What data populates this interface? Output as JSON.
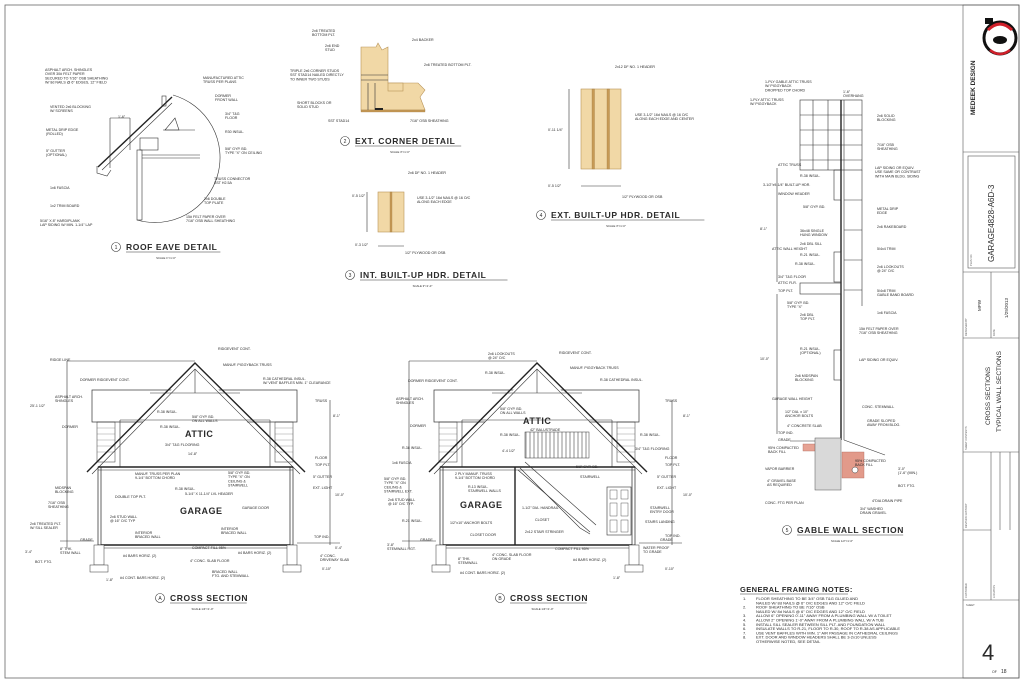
{
  "title_block": {
    "company": "MEDEEK DESIGN",
    "plan_no_label": "PLAN NO.",
    "plan_no": "GARAGE4828-A6D-3",
    "designed_by_label": "DESIGNED BY",
    "designed_by": "MPW",
    "date_label": "DATE",
    "date": "1/29/2013",
    "sheet_contents_label": "SHEET CONTENTS",
    "sheet_contents_line1": "CROSS SECTIONS",
    "sheet_contents_line2": "TYPICAL WALL SECTIONS",
    "revision_label": "REVISION HISTORY",
    "customer_label": "CUSTOMER",
    "location_label": "LOCATION",
    "sheet_label": "SHEET",
    "sheet_number": "4",
    "sheet_of": "OF",
    "sheet_total": "18"
  },
  "details": {
    "roof_eave": {
      "number": "1",
      "title": "ROOF EAVE DETAIL",
      "scale": "SCALE 1\"=1'-0\"",
      "labels": [
        [
          "ASPHALT ARCH. SHINGLES",
          "OVER 30# FELT PAPER",
          "SECURED TO 7/16\" OSB SHEATHING",
          "W/ 8d NAILS @ 6\" EDGES, 12\" FIELD"
        ],
        [
          "VENTED 2x6 BLOCKING",
          "W/ SCREENS"
        ],
        [
          "METAL DRIP EDGE",
          "(ROLLED)"
        ],
        [
          "5\" GUTTER",
          "(OPTIONAL)"
        ],
        [
          "1x6 FASCIA"
        ],
        [
          "1x2 TRIM BOARD"
        ],
        [
          "5/16\" X 8\" HARDIPLANK",
          "LAP SIDING W/ MIN. 1-1/4\" LAP"
        ],
        [
          "MANUFACTURED ATTIC",
          "TRUSS PER PLANS"
        ],
        [
          "DORMER",
          "FRONT WALL"
        ],
        [
          "3/4\" T&G",
          "FLOOR"
        ],
        [
          "R30 INSUL."
        ],
        [
          "5/8\" GYP. BD.",
          "TYPE \"X\" ON CEILING"
        ],
        [
          "TRUSS CONNECTOR",
          "SST H2.5A"
        ],
        [
          "2x6 DOUBLE",
          "TOP PLATE"
        ],
        [
          "15# FELT PAPER OVER",
          "7/16\" OSB WALL SHEATHING"
        ],
        [
          "1'-6\""
        ]
      ]
    },
    "ext_corner": {
      "number": "2",
      "title": "EXT. CORNER DETAIL",
      "scale": "SCALE 3\"=1'-0\"",
      "labels": [
        [
          "2x6 TREATED",
          "BOTTOM PLT."
        ],
        [
          "2x6 END",
          "STUD"
        ],
        [
          "TRIPLE 2x6 CORNER STUDS",
          "SST STAD14 NAILED DIRECTLY",
          "TO INNER TWO STUDS"
        ],
        [
          "SHORT BLOCKS OR",
          "SOLID STUD"
        ],
        [
          "SST STAD14"
        ],
        [
          "2x4 BACKER"
        ],
        [
          "2x6 TREATED BOTTOM PLT."
        ],
        [
          "7/16\" OSB SHEATHING"
        ]
      ]
    },
    "int_header": {
      "number": "3",
      "title": "INT. BUILT-UP HDR. DETAIL",
      "scale": "SCALE 3\"=1'-0\"",
      "labels": [
        [
          "2x6 DF NO. 1 HEADER"
        ],
        [
          "USE 3-1/2\" 16d NAILS @ 16 O/C",
          "ALONG EACH EDGE"
        ],
        [
          "1/2\" PLYWOOD OR OSB"
        ],
        [
          "0'-5 1/2\""
        ],
        [
          "0'-3 1/2\""
        ]
      ]
    },
    "ext_header": {
      "number": "4",
      "title": "EXT. BUILT-UP HDR.  DETAIL",
      "scale": "SCALE 3\"=1'-0\"",
      "labels": [
        [
          "2x12 DF NO. 1 HEADER"
        ],
        [
          "USE 3-1/2\" 16d NAILS @ 16 O/C",
          "ALONG EACH EDGE AND CENTER"
        ],
        [
          "1/2\" PLYWOOD OR OSB"
        ],
        [
          "0'-11 1/4\""
        ],
        [
          "0'-5 1/2\""
        ]
      ]
    },
    "gable_wall": {
      "number": "5",
      "title": "GABLE WALL SECTION",
      "scale": "SCALE 1/2\"=1'-0\"",
      "labels": [
        [
          "1-PLY GABLE ATTIC TRUSS",
          "W/ PIGGYBACK",
          "DROPPED TOP CHORD"
        ],
        [
          "1-PLY ATTIC TRUSS",
          "W/ PIGGYBACK"
        ],
        [
          "ATTIC TRUSS"
        ],
        [
          "R-38 INSUL."
        ],
        [
          "3-1/2\"x9-1/4\" BUILT-UP HDR."
        ],
        [
          "WINDOW HEADER"
        ],
        [
          "5/8\" GYP. BD."
        ],
        [
          "36x48 SINGLE",
          "HUNG WINDOW"
        ],
        [
          "2x6 DBL SILL"
        ],
        [
          "R-21 INSUL."
        ],
        [
          "R-38 INSUL."
        ],
        [
          "3/4\" T&G FLOOR"
        ],
        [
          "ATTIC FLR."
        ],
        [
          "TOP PLT."
        ],
        [
          "5/8\" GYP. BD.",
          "TYPE \"X\""
        ],
        [
          "2x6 DBL",
          "TOP PLT."
        ],
        [
          "R-21 INSUL.",
          "(OPTIONAL)"
        ],
        [
          "2x6 MIDSPAN",
          "BLOCKING"
        ],
        [
          "1/2\" DIA. x 10\"",
          "ANCHOR BOLTS"
        ],
        [
          "4\" CONCRETE SLAB"
        ],
        [
          "TOP IND."
        ],
        [
          "GRADE"
        ],
        [
          "95% COMPACTED",
          "BACK FILL"
        ],
        [
          "VAPOR BARRIER"
        ],
        [
          "4\" GRAVEL BASE",
          "AS REQUIRED"
        ],
        [
          "CONC. FTG PER PLAN"
        ],
        [
          "1'-6\"",
          "OVERHANG"
        ],
        [
          "2x6 SOLID",
          "BLOCKING"
        ],
        [
          "7/16\" OSB",
          "SHEATHING"
        ],
        [
          "LAP SIDING OR EQUIV.",
          "USE SAME OR CONTRAST",
          "WITH MAIN BLDG. SIDING"
        ],
        [
          "METAL DRIP",
          "EDGE"
        ],
        [
          "2x6 RAKEBOARD"
        ],
        [
          "5/4x4 TRIM"
        ],
        [
          "2x6 LOOKOUTS",
          "@ 24\" O/C"
        ],
        [
          "5/4x8 TRIM",
          "GABLE BAND BOARD"
        ],
        [
          "1x6 FASCIA"
        ],
        [
          "15# FELT PAPER OVER",
          "7/16\" OSB SHEATHING"
        ],
        [
          "LAP SIDING OR EQUIV."
        ],
        [
          "CONC. STEMWALL"
        ],
        [
          "GRADE SLOPED",
          "AWAY FROM BLDG."
        ],
        [
          "95% COMPACTED",
          "BACK FILL"
        ],
        [
          "4\"DIA DRAIN PIPE"
        ],
        [
          "3/4\" WASHED",
          "DRAIN GRAVEL"
        ],
        [
          "3'-0\"",
          "(1'-6\" (MIN.)"
        ],
        [
          "BOT. FTG."
        ],
        [
          "8'-1\""
        ],
        [
          "10'-0\""
        ],
        [
          "ATTIC WALL HEIGHT"
        ],
        [
          "GARAGE WALL HEIGHT"
        ]
      ]
    },
    "section_a": {
      "number": "A",
      "title": "CROSS SECTION",
      "scale": "SCALE 1/4\"=1'-0\"",
      "labels": [
        [
          "RIDGE LINE"
        ],
        [
          "RIDGEVENT CONT."
        ],
        [
          "MANUF. PIGGYBACK TRUSS"
        ],
        [
          "R-38 CATHEDRAL INSUL.",
          "W/ VENT BAFFLES MIN. 1\" CLEARANCE"
        ],
        [
          "DORMER RIDGEVENT CONT."
        ],
        [
          "ASPHALT ARCH.",
          "SHINGLES"
        ],
        [
          "TRUSS"
        ],
        [
          "R-38 INSUL."
        ],
        [
          "5/8\" GYP. BD.",
          "ON ALL WALLS"
        ],
        [
          "DORMER"
        ],
        [
          "R-38 INSUL."
        ],
        [
          "ATTIC"
        ],
        [
          "3/4\" T&G FLOORING"
        ],
        [
          "14'-8\""
        ],
        [
          "FLOOR"
        ],
        [
          "TOP PLT."
        ],
        [
          "MANUF. TRUSS PER PLAN",
          "9-1/4\" BOTTOM CHORD"
        ],
        [
          "5/8\" GYP. BD.",
          "TYPE \"X\" ON",
          "CEILING &",
          "STAIRWELL"
        ],
        [
          "5\" GUTTER"
        ],
        [
          "R-38 INSUL."
        ],
        [
          "EXT. LIGHT"
        ],
        [
          "MIDSPAN",
          "BLOCKING"
        ],
        [
          "DOUBLE TOP PLT."
        ],
        [
          "5-1/4\" X 11-1/4\" LVL HEADER"
        ],
        [
          "7/16\" OSB",
          "SHEATHING"
        ],
        [
          "GARAGE"
        ],
        [
          "GARAGE DOOR"
        ],
        [
          "2x6 STUD WALL",
          "@ 16\" O/C TYP"
        ],
        [
          "2x6 TREATED PLT.",
          "W/ SILL SEALER"
        ],
        [
          "INTERIOR",
          "BRACED WALL"
        ],
        [
          "INTERIOR",
          "BRACED WALL"
        ],
        [
          "GRADE"
        ],
        [
          "TOP IND."
        ],
        [
          "COMPACT FILL 95%"
        ],
        [
          "8\" THK.",
          "STEM WALL"
        ],
        [
          "#4 BARS HORIZ. (2)"
        ],
        [
          "#4 BARS HORIZ. (2)"
        ],
        [
          "4\" CONC. SLAB FLOOR"
        ],
        [
          "4\" CONC.",
          "DRIVEWAY SLAB"
        ],
        [
          "BOT. FTG."
        ],
        [
          "BRACED WALL",
          "FTG. AND STEMWALL"
        ],
        [
          "#4 CONT. BARS HORIZ. (2)"
        ],
        [
          "3'-4\""
        ],
        [
          "25'-1 1/2\""
        ],
        [
          "10'-0\""
        ],
        [
          "8'-1\""
        ],
        [
          "0'-4\""
        ],
        [
          "1'-8\""
        ],
        [
          "0'-10\""
        ]
      ]
    },
    "section_b": {
      "number": "B",
      "title": "CROSS SECTION",
      "scale": "SCALE 1/4\"=1'-0\"",
      "labels": [
        [
          "2x6 LOOKOUTS",
          "@ 24\" O/C"
        ],
        [
          "RIDGEVENT CONT."
        ],
        [
          "R-38 INSUL."
        ],
        [
          "MANUF. PIGGYBACK TRUSS"
        ],
        [
          "DORMER RIDGEVENT CONT."
        ],
        [
          "R-38 CATHEDRAL INSUL."
        ],
        [
          "ASPHALT ARCH.",
          "SHINGLES"
        ],
        [
          "TRUSS"
        ],
        [
          "5/8\" GYP. BD.",
          "ON ALL WALLS"
        ],
        [
          "ATTIC"
        ],
        [
          "DORMER"
        ],
        [
          "42\" BALUSTRADE"
        ],
        [
          "R-38 INSUL."
        ],
        [
          "R-38 INSUL."
        ],
        [
          "R-38 INSUL."
        ],
        [
          "4'-4 1/2\""
        ],
        [
          "3/4\" T&G FLOORING"
        ],
        [
          "1x6 FASCIA"
        ],
        [
          "FLOOR"
        ],
        [
          "TOP PLT."
        ],
        [
          "5/8\" GYP. BD."
        ],
        [
          "2 PLY MANUF. TRUSS",
          "9-1/4\" BOTTOM CHORD"
        ],
        [
          "5/8\" GYP. BD.",
          "TYPE \"X\" ON",
          "CEILING &",
          "STAIRWELL EXT."
        ],
        [
          "STAIRWELL"
        ],
        [
          "5\" GUTTER"
        ],
        [
          "R-13 INSUL.",
          "STAIRWELL WALLS"
        ],
        [
          "EXT. LIGHT"
        ],
        [
          "2x6 STUD WALL",
          "@ 16\" O/C TYP."
        ],
        [
          "GARAGE"
        ],
        [
          "1-1/2\" DIA. HANDRAIL"
        ],
        [
          "STAIRWELL",
          "ENTRY DOOR"
        ],
        [
          "CLOSET"
        ],
        [
          "R-21 INSUL."
        ],
        [
          "1/2\"x10\" ANCHOR BOLTS"
        ],
        [
          "STAIRS LANDING"
        ],
        [
          "2x12 STAIR STRINGER"
        ],
        [
          "CLOSET DOOR"
        ],
        [
          "GRADE"
        ],
        [
          "TOP IND."
        ],
        [
          "3'-8\"",
          "STEMWALL HGT."
        ],
        [
          "COMPACT FILL 95%"
        ],
        [
          "WATER PROOF",
          "TO GRADE"
        ],
        [
          "4\" CONC. SLAB FLOOR",
          "ON GRADE"
        ],
        [
          "8\" THK.",
          "STEMWALL"
        ],
        [
          "#4 BARS HORIZ. (2)"
        ],
        [
          "#4 CONT. BARS HORIZ. (2)"
        ],
        [
          "GRADE"
        ],
        [
          "8'-1\""
        ],
        [
          "10'-0\""
        ],
        [
          "1'-8\""
        ],
        [
          "0'-10\""
        ]
      ]
    }
  },
  "notes": {
    "title": "GENERAL FRAMING NOTES:",
    "items": [
      {
        "num": "1.",
        "lines": [
          "FLOOR SHEATHING TO BE 3/4\" OSB T&G GLUED AND",
          "NAILED W/ 8d NAILS @ 6\" O/C EDGES AND 12\" O/C FIELD"
        ]
      },
      {
        "num": "2.",
        "lines": [
          "ROOF SHEATHING TO BE 7/16\" OSB",
          "NAILED W/ 8d NAILS @ 6\" O/C EDGES AND 12\" O/C FIELD"
        ]
      },
      {
        "num": "3.",
        "lines": [
          "ALLOW 6\" OPENING 0'-11\" AWAY FROM A PLUMBING WALL W/ A TOILET"
        ]
      },
      {
        "num": "4.",
        "lines": [
          "ALLOW 2\" OPENING 1'-0\" AWAY FROM A PLUMBING WALL W/ A TUB"
        ]
      },
      {
        "num": "5.",
        "lines": [
          "INSTALL SILL SEALER BETWEEN SILL PLT. AND FOUNDATION WALL"
        ]
      },
      {
        "num": "6.",
        "lines": [
          "INSULATE WALLS TO R-21, FLOOR TO R-30, ROOF TO R-38 AS APPLICABLE"
        ]
      },
      {
        "num": "7.",
        "lines": [
          "USE VENT BAFFLES WITH MIN. 1\" AIR PASSAGE IN CATHEDRAL CEILINGS"
        ]
      },
      {
        "num": "8.",
        "lines": [
          "EXT. DOOR AND WINDOW HEADERS SHALL BE 3-2x10 UNLESS",
          "OTHERWISE NOTED, SEE DETAIL"
        ]
      }
    ]
  },
  "colors": {
    "wood": "#f1d8a6",
    "backfill": "#e6a293",
    "logo_red": "#d0202a",
    "ink": "#2a2a2a"
  }
}
